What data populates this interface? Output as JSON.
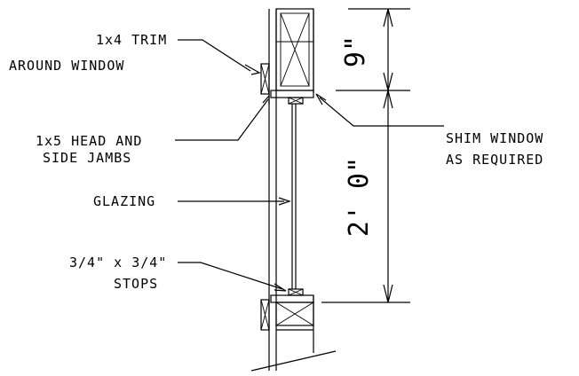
{
  "labels": {
    "trim_line1": "1x4 TRIM",
    "trim_line2": "AROUND WINDOW",
    "jamb_line1": "1x5 HEAD AND",
    "jamb_line2": "SIDE JAMBS",
    "glazing": "GLAZING",
    "stops_line1": "3/4\" x 3/4\"",
    "stops_line2": "STOPS",
    "shim_line1": "SHIM WINDOW",
    "shim_line2": "AS REQUIRED"
  },
  "dimensions": {
    "upper": "9\"",
    "lower": "2' 0\""
  }
}
